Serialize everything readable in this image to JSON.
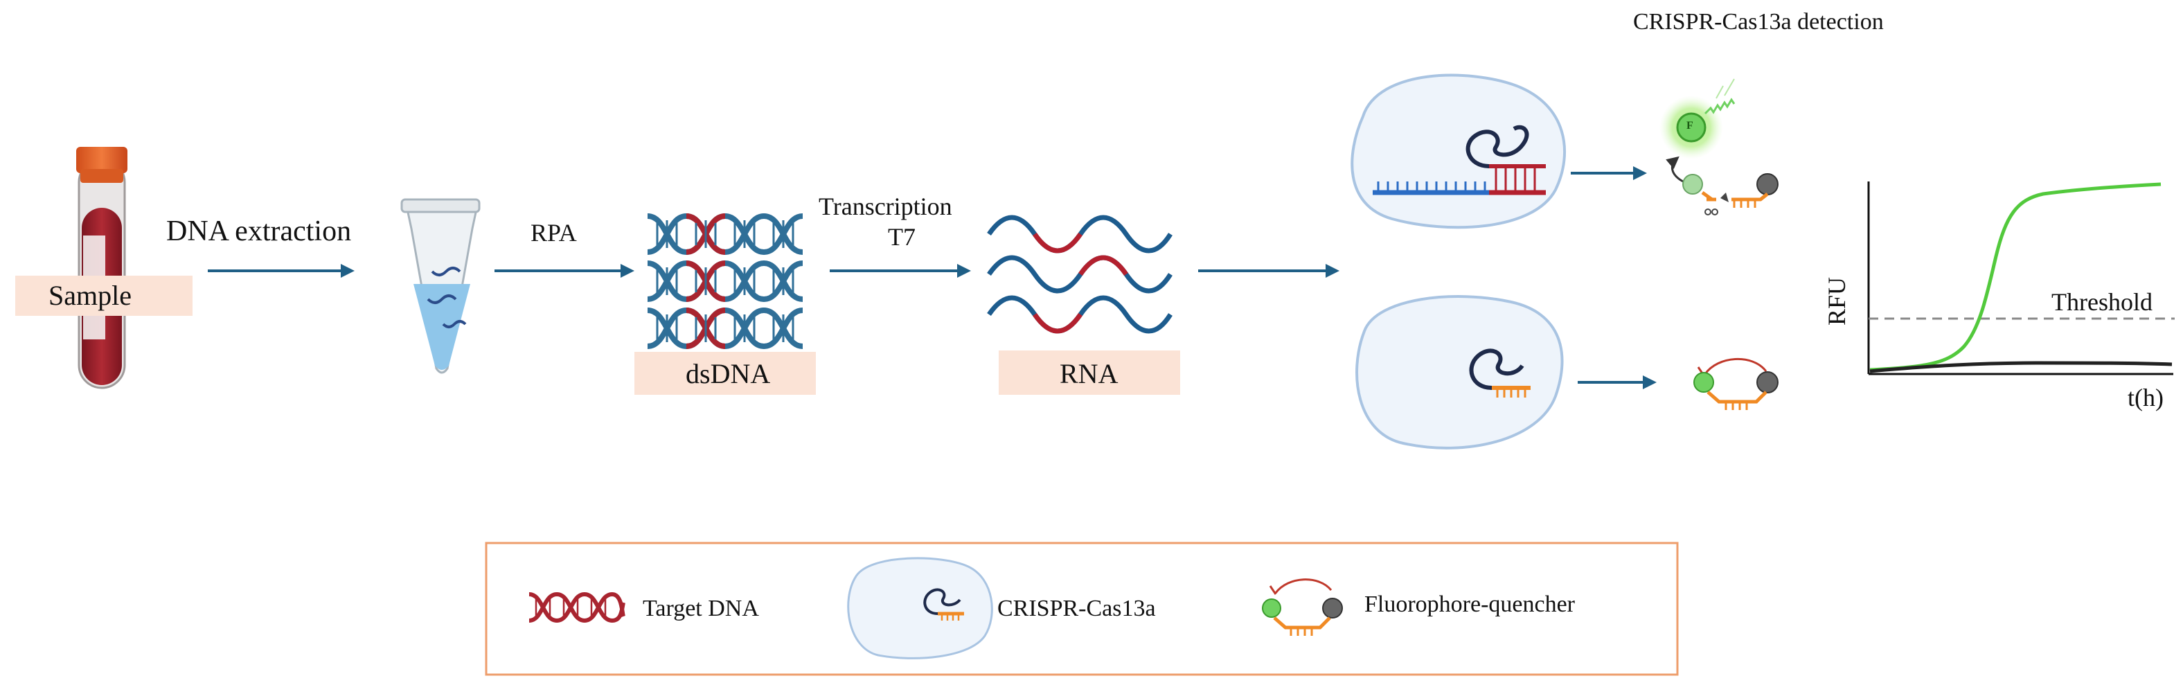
{
  "labels": {
    "sample": "Sample",
    "dna_extraction": "DNA extraction",
    "rpa": "RPA",
    "dsdna": "dsDNA",
    "transcription": "Transcription",
    "t7": "T7",
    "rna": "RNA",
    "crispr_title": "CRISPR-Cas13a detection",
    "fluor_letter": "F"
  },
  "plot": {
    "ylabel": "RFU",
    "xlabel": "t(h)",
    "threshold_label": "Threshold"
  },
  "legend": {
    "items": [
      {
        "icon": "target-dna-icon",
        "label": "Target DNA"
      },
      {
        "icon": "crispr-cas13a-icon",
        "label": "CRISPR-Cas13a"
      },
      {
        "icon": "fluorophore-quencher-icon",
        "label": "Fluorophore-quencher"
      }
    ]
  },
  "colors": {
    "arrow": "#1f5f86",
    "dna_blue": "#2f6f98",
    "dna_red": "#a9242f",
    "rna_blue": "#1d5c8e",
    "rna_red": "#b3202e",
    "highlight": "#fbe3d6",
    "legend_border": "#ee9d6b",
    "cas_fill": "#eef4fb",
    "cas_stroke": "#a9c4e2",
    "positive_curve": "#52c93c",
    "reporter_orange": "#f08a24",
    "fluor_green": "#6fd160"
  }
}
